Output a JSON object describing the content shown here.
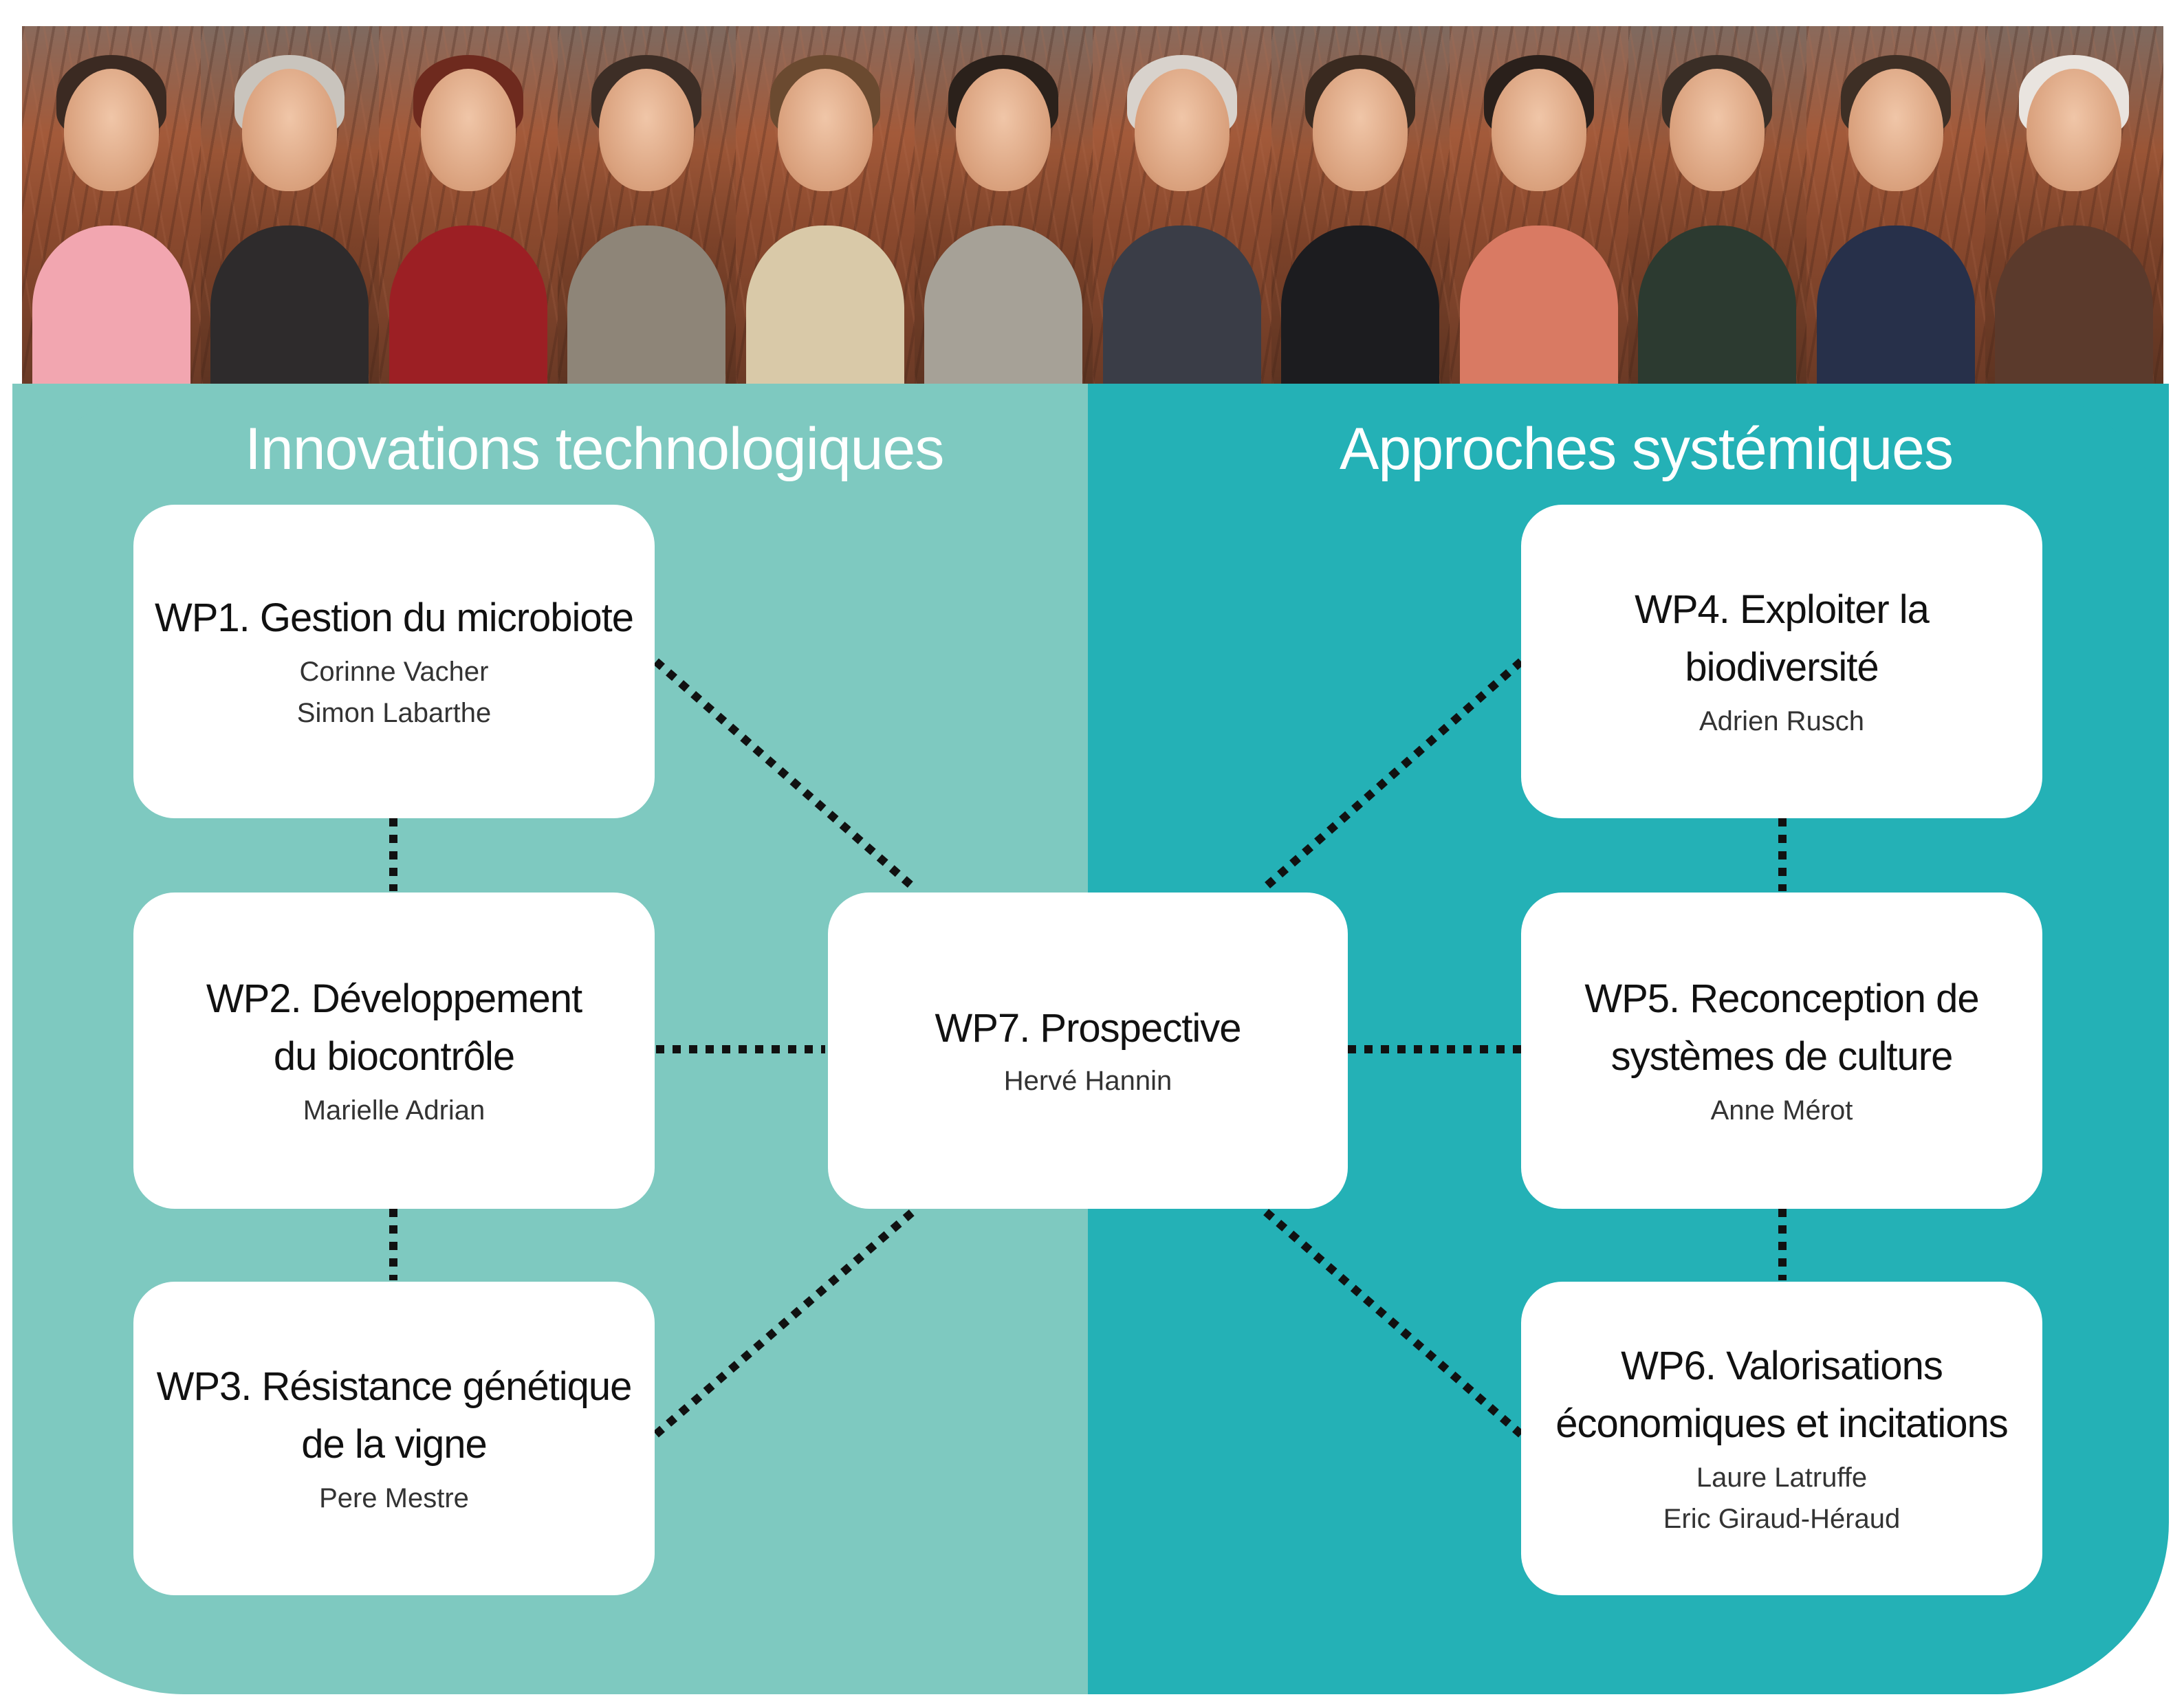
{
  "team_photos": [
    {
      "hair": "#3b2a22",
      "body": "#f2a6b0"
    },
    {
      "hair": "#c9c4bd",
      "body": "#2e2b2c"
    },
    {
      "hair": "#6e2a1e",
      "body": "#9c1f24"
    },
    {
      "hair": "#3d2e26",
      "body": "#8e8578"
    },
    {
      "hair": "#6b4a30",
      "body": "#d9c9a8"
    },
    {
      "hair": "#2b211b",
      "body": "#a6a197"
    },
    {
      "hair": "#d8d2cc",
      "body": "#3a3d47"
    },
    {
      "hair": "#3a2a20",
      "body": "#1c1c1f"
    },
    {
      "hair": "#2a201b",
      "body": "#d97a63"
    },
    {
      "hair": "#3a2e26",
      "body": "#2c3a30"
    },
    {
      "hair": "#3e2f25",
      "body": "#27304a"
    },
    {
      "hair": "#e9e4df",
      "body": "#5b3a2c"
    }
  ],
  "colors": {
    "left_zone": "#7ec9c0",
    "right_zone": "#24b1b6",
    "box_fill": "#ffffff",
    "link_color": "#111111"
  },
  "sections": {
    "left_title": "Innovations technologiques",
    "right_title": "Approches systémiques"
  },
  "work_packages": {
    "wp1": {
      "title_lines": [
        "WP1. Gestion du microbiote"
      ],
      "leaders": [
        "Corinne Vacher",
        "Simon Labarthe"
      ]
    },
    "wp2": {
      "title_lines": [
        "WP2. Développement",
        "du biocontrôle"
      ],
      "leaders": [
        "Marielle Adrian"
      ]
    },
    "wp3": {
      "title_lines": [
        "WP3. Résistance génétique",
        "de la vigne"
      ],
      "leaders": [
        "Pere Mestre"
      ]
    },
    "wp4": {
      "title_lines": [
        "WP4. Exploiter la",
        "biodiversité"
      ],
      "leaders": [
        "Adrien Rusch"
      ]
    },
    "wp5": {
      "title_lines": [
        "WP5. Reconception de",
        "systèmes de culture"
      ],
      "leaders": [
        "Anne Mérot"
      ]
    },
    "wp6": {
      "title_lines": [
        "WP6. Valorisations",
        "économiques et incitations"
      ],
      "leaders": [
        "Laure Latruffe",
        "Eric Giraud-Héraud"
      ]
    },
    "wp7": {
      "title_lines": [
        "WP7. Prospective"
      ],
      "leaders": [
        "Hervé Hannin"
      ]
    }
  }
}
